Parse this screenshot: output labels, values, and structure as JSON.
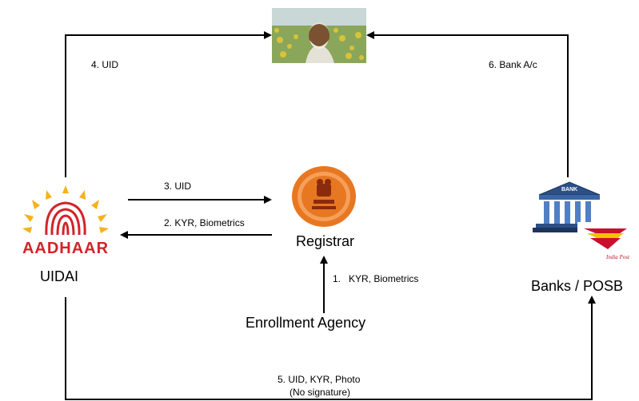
{
  "nodes": {
    "farmer": {
      "icon": "farmer-photo"
    },
    "uidai": {
      "label": "UIDAI",
      "logo_text": "AADHAAR",
      "icon": "aadhaar-logo-icon"
    },
    "registrar": {
      "label": "Registrar",
      "icon": "registrar-emblem-icon"
    },
    "enrollment": {
      "label": "Enrollment Agency"
    },
    "banks": {
      "label": "Banks / POSB",
      "bank_sign": "BANK",
      "post_sign": "India Post",
      "icon": "bank-building-icon"
    }
  },
  "edges": {
    "e1": "1.   KYR, Biometrics",
    "e2": "2. KYR, Biometrics",
    "e3": "3. UID",
    "e4": "4. UID",
    "e5_line1": "5. UID, KYR, Photo",
    "e5_line2": "(No signature)",
    "e6": "6. Bank A/c"
  },
  "colors": {
    "aadhaar_red": "#d2232a",
    "aadhaar_yellow": "#f6b21a",
    "emblem_orange": "#e87722",
    "bank_blue": "#2c4f86",
    "india_post_red": "#c8102e",
    "india_post_yellow": "#f3c300"
  }
}
